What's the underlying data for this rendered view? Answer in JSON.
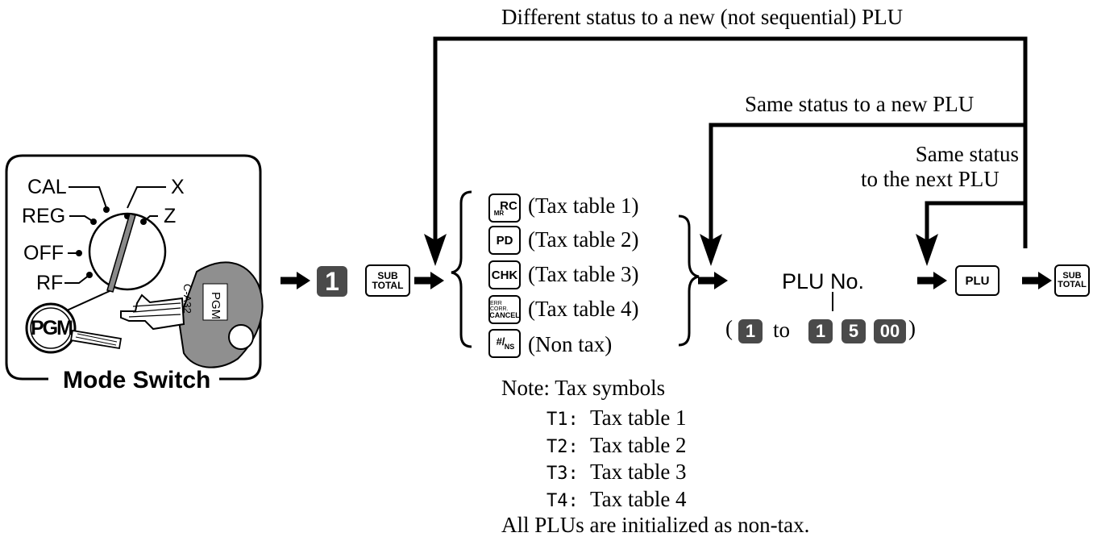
{
  "mode_switch": {
    "title": "Mode Switch",
    "positions": [
      "CAL",
      "X",
      "REG",
      "Z",
      "OFF",
      "RF"
    ],
    "selected": "PGM",
    "key_label": "PGM",
    "key_code": "C-A32"
  },
  "flow_keys": {
    "start_number": "1",
    "subtotal_top": "SUB",
    "subtotal_bottom": "TOTAL",
    "plu_key": "PLU"
  },
  "tax_options": [
    {
      "key_top": "RC",
      "key_bottom": "MR",
      "label": "(Tax table 1)"
    },
    {
      "key_top": "PD",
      "key_bottom": "",
      "label": "(Tax table 2)"
    },
    {
      "key_top": "CHK",
      "key_bottom": "",
      "label": "(Tax table 3)"
    },
    {
      "key_top": "ERR CORR.",
      "key_bottom": "CANCEL",
      "label": "(Tax table 4)"
    },
    {
      "key_top": "#/",
      "key_bottom": "NS",
      "label": "(Non tax)"
    }
  ],
  "plu_number": {
    "label": "PLU No.",
    "open_paren": "(",
    "from": "1",
    "to_word": "to",
    "to_digits": [
      "1",
      "5",
      "00"
    ],
    "close_paren": ")"
  },
  "loops": {
    "different_status": "Different status to a new (not sequential) PLU",
    "same_status_new": "Same status to a new PLU",
    "same_status_next_line1": "Same status",
    "same_status_next_line2": "to the next PLU"
  },
  "notes": {
    "heading": "Note: Tax symbols",
    "symbols": [
      {
        "code": "T1:",
        "text": "Tax table 1"
      },
      {
        "code": "T2:",
        "text": "Tax table 2"
      },
      {
        "code": "T3:",
        "text": "Tax table 3"
      },
      {
        "code": "T4:",
        "text": "Tax table 4"
      }
    ],
    "footer": "All PLUs are initialized as non-tax."
  }
}
